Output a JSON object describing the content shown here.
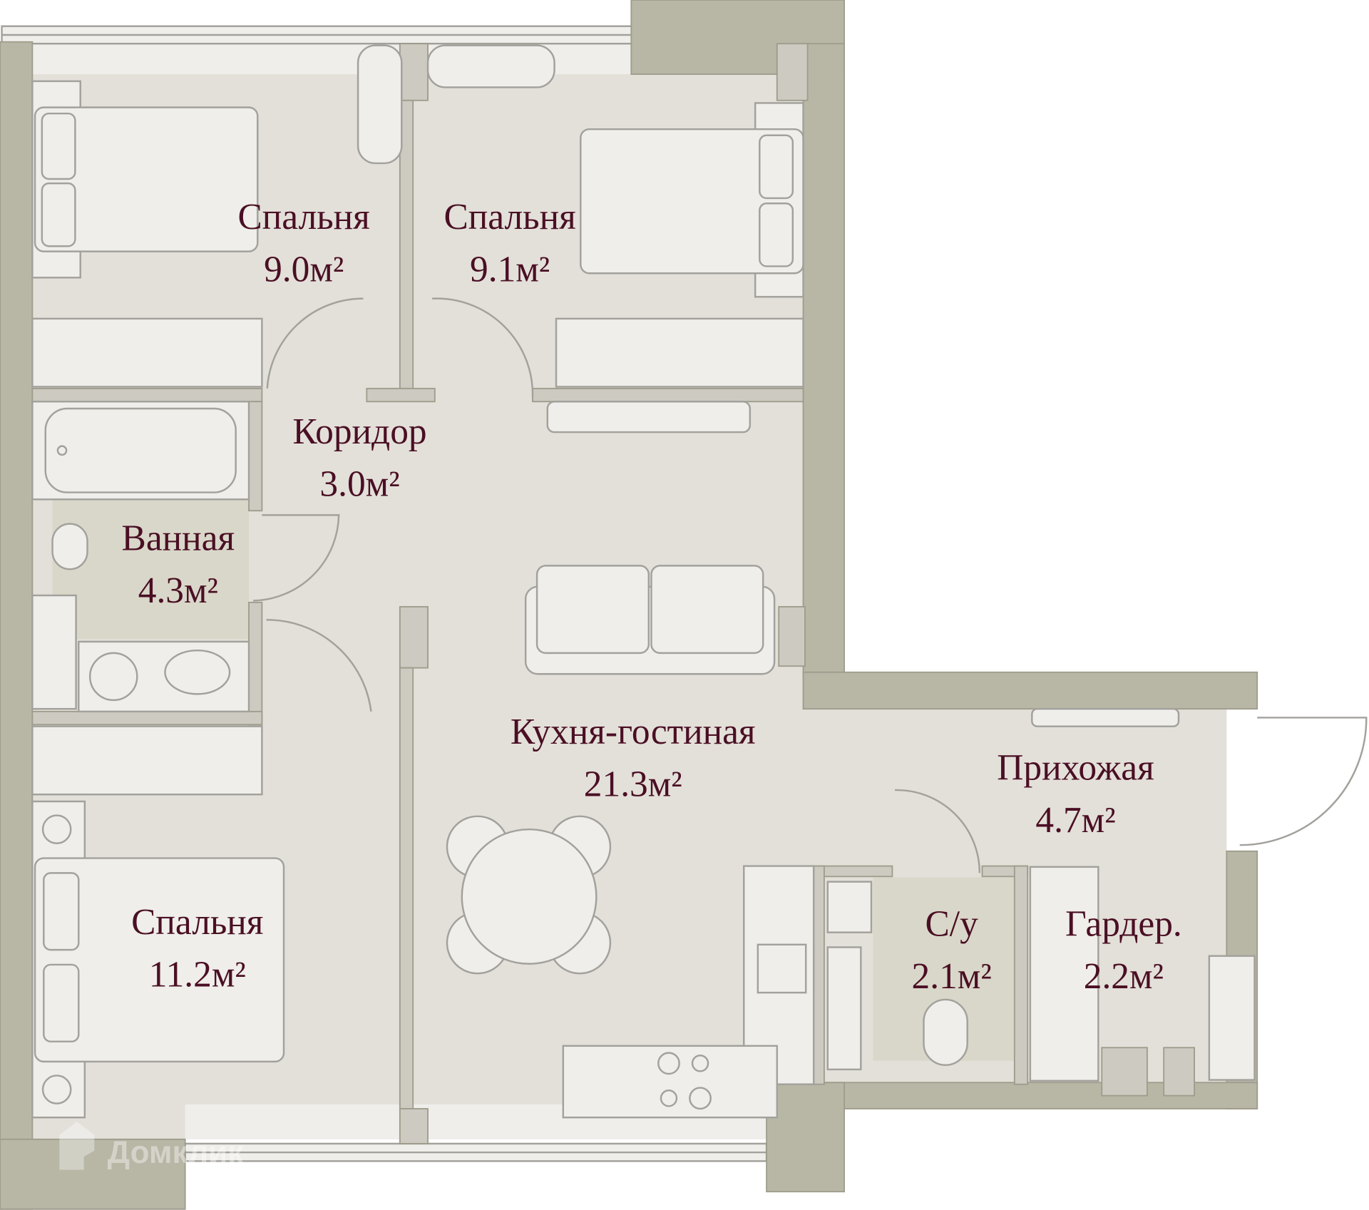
{
  "rooms": [
    {
      "name": "Спальня",
      "area": "9.0м²"
    },
    {
      "name": "Спальня",
      "area": "9.1м²"
    },
    {
      "name": "Коридор",
      "area": "3.0м²"
    },
    {
      "name": "Ванная",
      "area": "4.3м²"
    },
    {
      "name": "Кухня-гостиная",
      "area": "21.3м²"
    },
    {
      "name": "Прихожая",
      "area": "4.7м²"
    },
    {
      "name": "С/у",
      "area": "2.1м²"
    },
    {
      "name": "Гардер.",
      "area": "2.2м²"
    },
    {
      "name": "Спальня",
      "area": "11.2м²"
    }
  ],
  "watermark": "Домклик",
  "colors": {
    "label": "#4a0f24",
    "wall": "#b8b6a5",
    "floor": "#e3e0d9"
  }
}
